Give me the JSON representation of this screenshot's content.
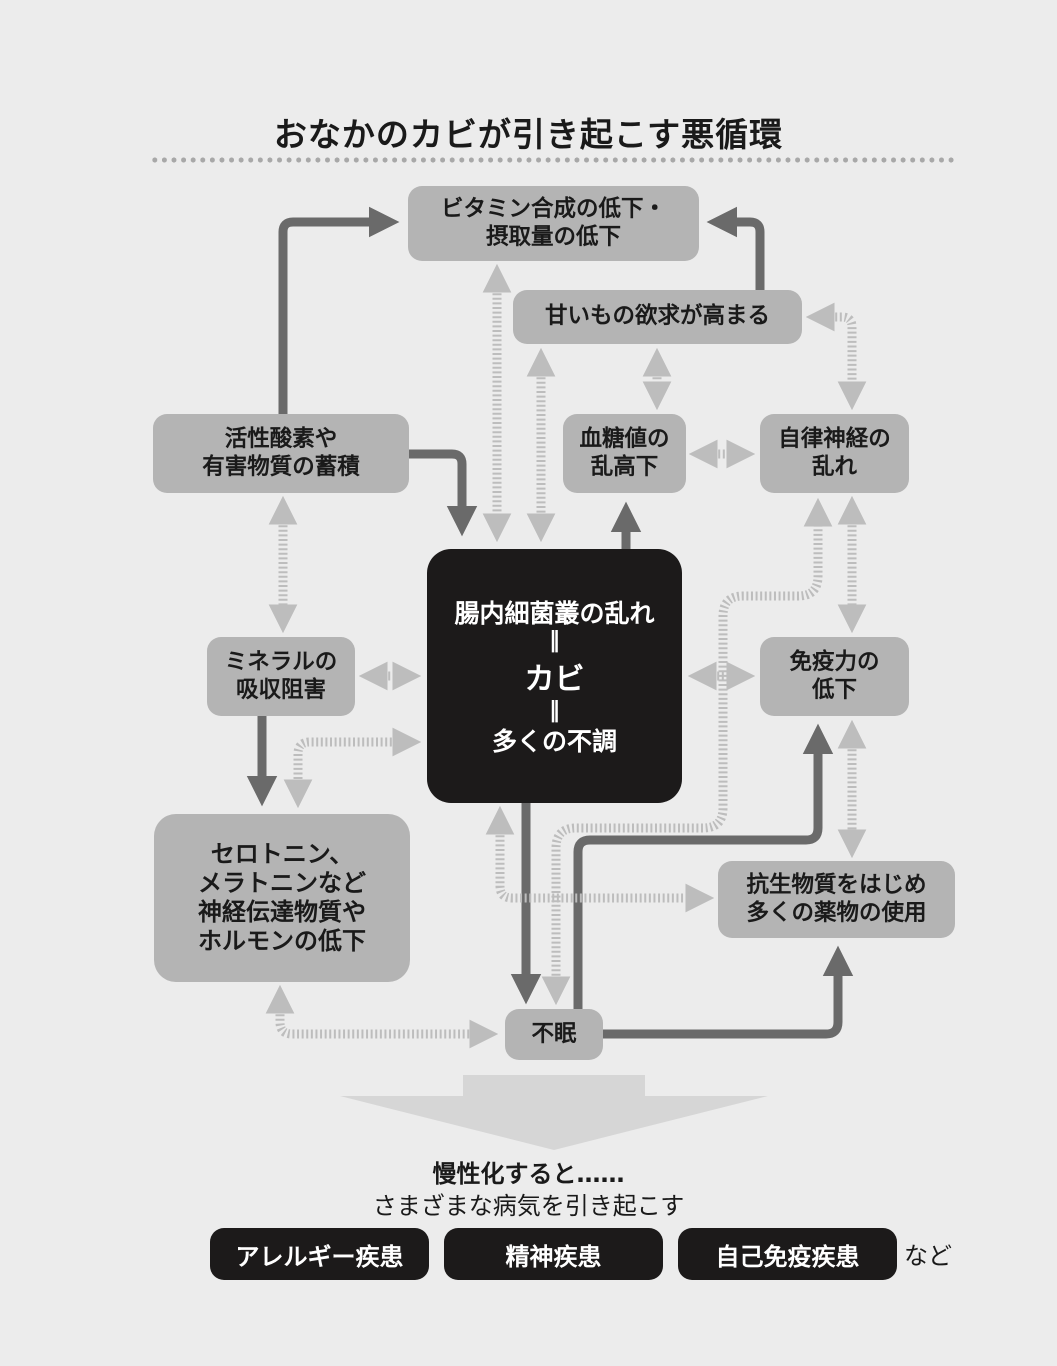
{
  "title": "おなかのカビが引き起こす悪循環",
  "center": {
    "line1": "腸内細菌叢の乱れ",
    "eq1": "‖",
    "line2": "カビ",
    "eq2": "‖",
    "line3": "多くの不調"
  },
  "nodes": {
    "vitamin": "ビタミン合成の低下・\n摂取量の低下",
    "sweet": "甘いもの欲求が高まる",
    "active_oxygen": "活性酸素や\n有害物質の蓄積",
    "blood_sugar": "血糖値の\n乱高下",
    "autonomic": "自律神経の\n乱れ",
    "mineral": "ミネラルの\n吸収阻害",
    "immunity": "免疫力の\n低下",
    "serotonin": "セロトニン、\nメラトニンなど\n神経伝達物質や\nホルモンの低下",
    "antibiotics": "抗生物質をはじめ\n多くの薬物の使用",
    "insomnia": "不眠"
  },
  "conclusion": {
    "bold": "慢性化すると……",
    "sub": "さまざまな病気を引き起こす"
  },
  "diseases": [
    "アレルギー疾患",
    "精神疾患",
    "自己免疫疾患"
  ],
  "trailing": "など"
}
